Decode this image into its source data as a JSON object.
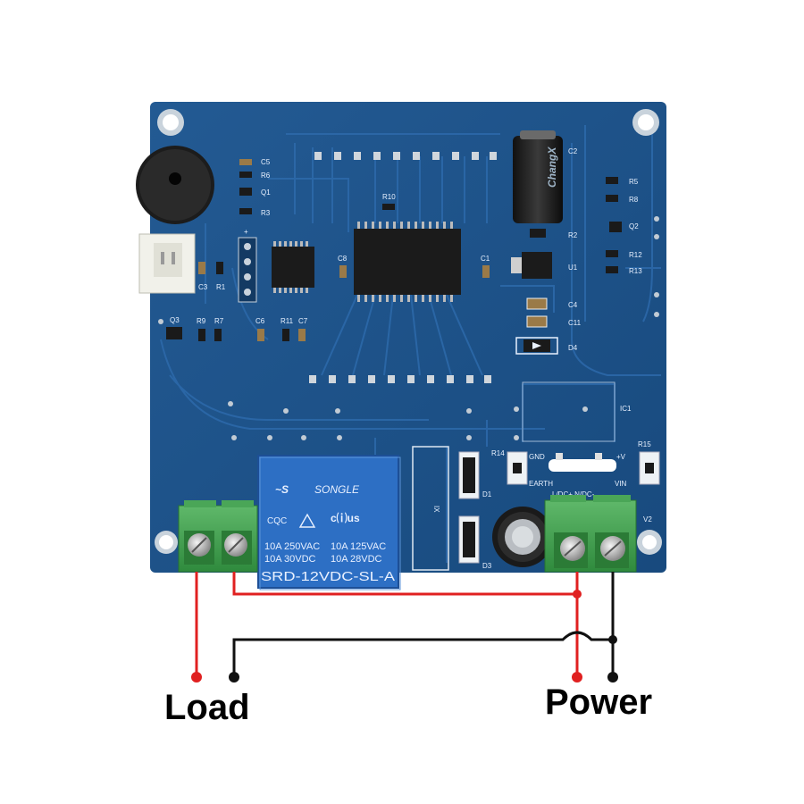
{
  "labels": {
    "load": "Load",
    "power": "Power"
  },
  "board": {
    "components": {
      "c5": "C5",
      "r6": "R6",
      "q1": "Q1",
      "r3": "R3",
      "r10": "R10",
      "c2": "C2",
      "r5": "R5",
      "r8": "R8",
      "q2": "Q2",
      "r2": "R2",
      "u1": "U1",
      "r12": "R12",
      "r13": "R13",
      "c8": "C8",
      "c1": "C1",
      "c3": "C3",
      "r1": "R1",
      "c4": "C4",
      "c11": "C11",
      "d4": "D4",
      "q3": "Q3",
      "r9": "R9",
      "r7": "R7",
      "c6": "C6",
      "r11": "R11",
      "c7": "C7",
      "ic1": "IC1",
      "r14": "R14",
      "r15": "R15",
      "d1": "D1",
      "d3": "D3",
      "v2": "V2",
      "plus": "+",
      "ix": "IX"
    },
    "module_pins": {
      "gnd": "GND",
      "vplus": "+V",
      "earth": "EARTH",
      "vin": "VIN",
      "dc": "L/DC+ N/DC-"
    },
    "capacitor_brand": "ChangX",
    "relay": {
      "brand": "SONGLE",
      "cqc": "CQC",
      "rating_ac_left": "10A 250VAC",
      "rating_ac_right": "10A 125VAC",
      "rating_dc_left": "10A  30VDC",
      "rating_dc_right": "10A  28VDC",
      "model": "SRD-12VDC-SL-A"
    }
  },
  "colors": {
    "board": "#1c4f86",
    "board_dark": "#143f70",
    "trace": "#2a66a6",
    "terminal": "#3c9a4a",
    "relay": "#2d6fc4",
    "wire_red": "#e02020",
    "wire_black": "#111111"
  }
}
